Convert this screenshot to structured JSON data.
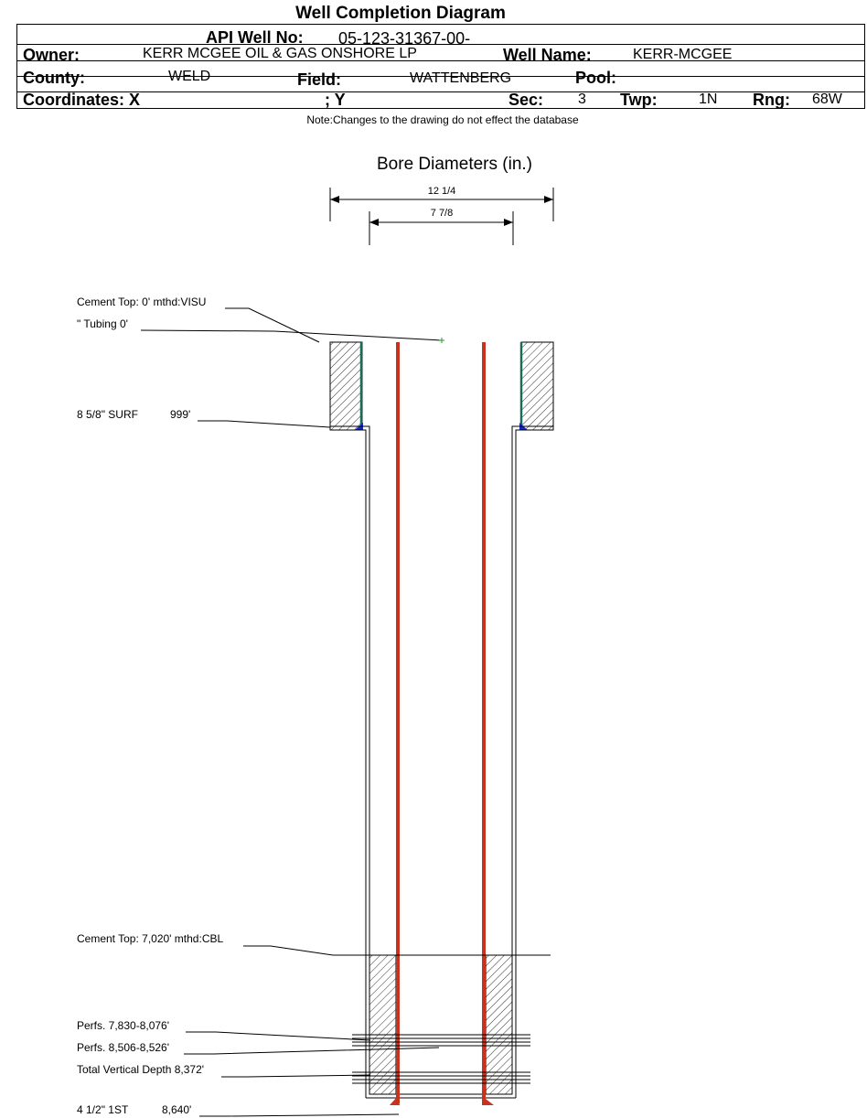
{
  "title": "Well Completion Diagram",
  "header": {
    "api_label": "API Well No:",
    "api_value": "05-123-31367-00-",
    "owner_label": "Owner:",
    "owner_value": "KERR MCGEE OIL & GAS ONSHORE LP",
    "well_name_label": "Well Name:",
    "well_name_value": "KERR-MCGEE",
    "county_label": "County:",
    "county_value": "WELD",
    "field_label": "Field:",
    "field_value": "WATTENBERG",
    "pool_label": "Pool:",
    "pool_value": "",
    "coord_x_label": "Coordinates: X",
    "coord_y_label": "; Y",
    "sec_label": "Sec:",
    "sec_value": "3",
    "twp_label": "Twp:",
    "twp_value": "1N",
    "rng_label": "Rng:",
    "rng_value": "68W"
  },
  "note": "Note:Changes to the drawing do not effect the database",
  "diagram": {
    "bore_title": "Bore Diameters (in.)",
    "bore_outer": "12 1/4",
    "bore_inner": "7 7/8",
    "labels": {
      "cement_top_surface": "Cement Top: 0' mthd:VISU",
      "tubing": "\" Tubing 0'",
      "surface_casing": "8 5/8\" SURF",
      "surface_casing_depth": "999'",
      "cement_top_production": "Cement Top: 7,020' mthd:CBL",
      "perfs_1": "Perfs. 7,830-8,076'",
      "perfs_2": "Perfs. 8,506-8,526'",
      "tvd": "Total Vertical Depth 8,372'",
      "production_casing": "4 1/2\" 1ST",
      "production_casing_depth": "8,640'"
    }
  },
  "colors": {
    "tubing": "#c8321e",
    "surface_casing_wall": "#1a6b5a",
    "shoe": "#1428c8"
  }
}
